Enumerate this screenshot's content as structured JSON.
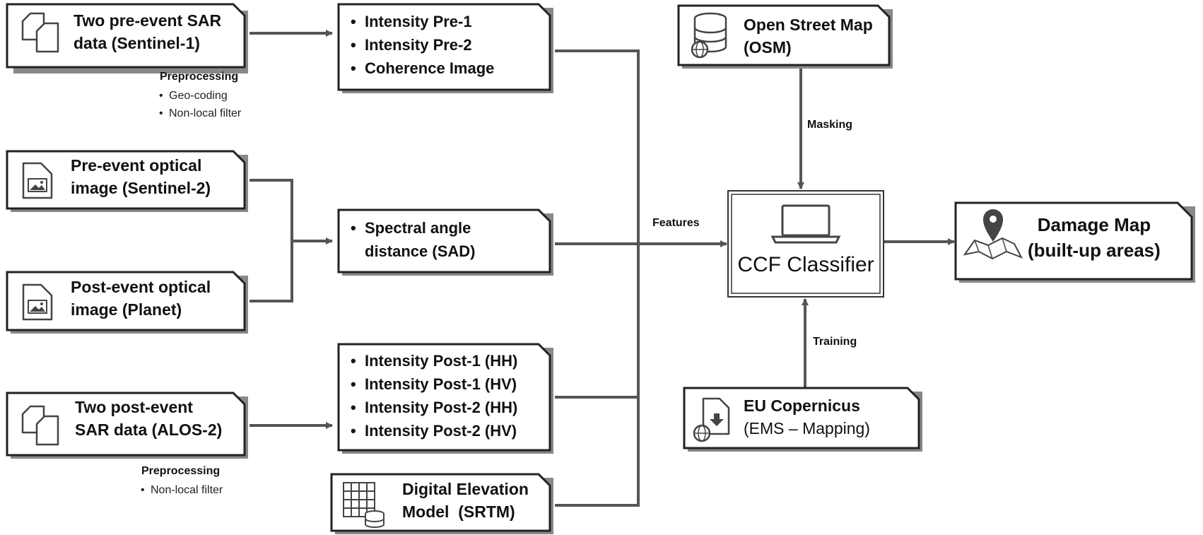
{
  "inputs": {
    "sar_pre": {
      "line1": "Two pre-event SAR",
      "line2": "data (Sentinel-1)"
    },
    "optical_pre": {
      "line1": "Pre-event optical",
      "line2": "image (Sentinel-2)"
    },
    "optical_post": {
      "line1": "Post-event optical",
      "line2": "image (Planet)"
    },
    "sar_post": {
      "line1": "Two post-event",
      "line2": "SAR data (ALOS-2)"
    }
  },
  "preprocessing_pre": {
    "title": "Preprocessing",
    "items": [
      "Geo-coding",
      "Non-local filter"
    ]
  },
  "preprocessing_post": {
    "title": "Preprocessing",
    "items": [
      "Non-local filter"
    ]
  },
  "features_pre": [
    "Intensity Pre-1",
    "Intensity Pre-2",
    "Coherence Image"
  ],
  "features_sad": {
    "line1": "Spectral angle",
    "line2": "distance (SAD)"
  },
  "features_post": [
    "Intensity Post-1 (HH)",
    "Intensity Post-1 (HV)",
    "Intensity Post-2 (HH)",
    "Intensity Post-2 (HV)"
  ],
  "dem": {
    "line1": "Digital Elevation",
    "line2": "Model  (SRTM)"
  },
  "osm": {
    "line1": "Open Street Map",
    "line2": "(OSM)"
  },
  "copernicus": {
    "line1": "EU Copernicus",
    "line2": "(EMS – Mapping)"
  },
  "classifier": {
    "label": "CCF Classifier"
  },
  "output": {
    "line1": "Damage Map",
    "line2": "(built-up areas)"
  },
  "edges": {
    "masking": "Masking",
    "features": "Features",
    "training": "Training"
  },
  "colors": {
    "line": "#555555",
    "border": "#222222",
    "icon": "#444444"
  },
  "icons": {
    "sar_pre": "documents-icon",
    "optical_pre": "image-file-icon",
    "optical_post": "image-file-icon",
    "sar_post": "documents-icon",
    "dem": "grid-database-icon",
    "osm": "database-globe-icon",
    "copernicus": "file-globe-icon",
    "classifier": "laptop-icon",
    "output": "map-pin-icon"
  }
}
